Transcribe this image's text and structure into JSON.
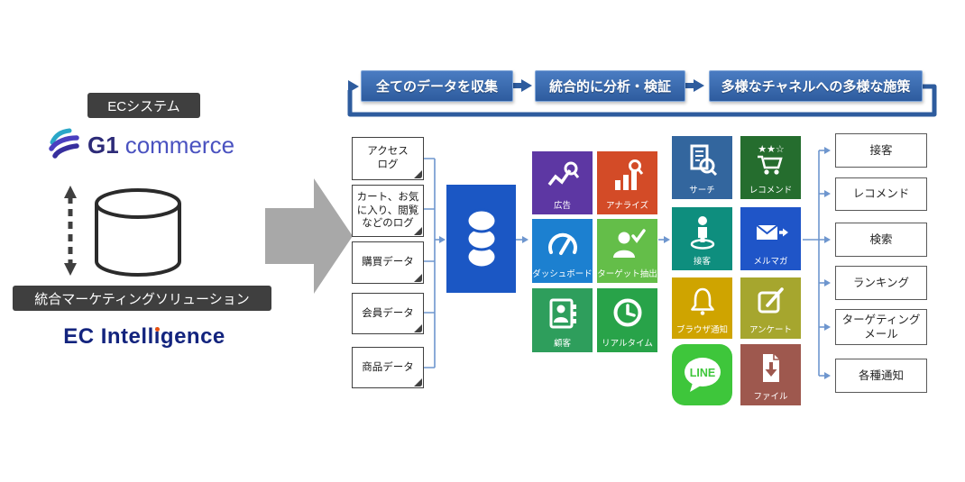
{
  "flow": {
    "steps": [
      "全てのデータを収集",
      "統合的に分析・検証",
      "多様なチャネルへの多様な施策"
    ],
    "arrow_color": "#2E5C9E"
  },
  "left_panel": {
    "system_badge": "ECシステム",
    "logo_g1": "G1",
    "logo_commerce": "commerce",
    "solution_badge": "統合マーケティングソリューション",
    "product_pre": "EC Intell",
    "product_i": "i",
    "product_post": "gence",
    "badge_bg": "#3F3F3F",
    "product_color": "#13247E",
    "product_dot_color": "#E8500F"
  },
  "sources": [
    {
      "label": "アクセス\nログ"
    },
    {
      "label": "カート、お気に入り、閲覧などのログ"
    },
    {
      "label": "購買データ"
    },
    {
      "label": "会員データ"
    },
    {
      "label": "商品データ"
    }
  ],
  "hub": {
    "color": "#1B57C4",
    "icon": "database-icon"
  },
  "analysis_tiles": [
    {
      "label": "広告",
      "color": "#5D37A3"
    },
    {
      "label": "アナライズ",
      "color": "#D34B27"
    },
    {
      "label": "ダッシュボード",
      "color": "#1C80D0"
    },
    {
      "label": "ターゲット抽出",
      "color": "#64BE49"
    },
    {
      "label": "顧客",
      "color": "#2E9E5C"
    },
    {
      "label": "リアルタイム",
      "color": "#28A349"
    }
  ],
  "channel_tiles": [
    {
      "label": "サーチ",
      "color": "#33669E"
    },
    {
      "label": "レコメンド",
      "color": "#256D2E"
    },
    {
      "label": "接客",
      "color": "#0E8E7E"
    },
    {
      "label": "メルマガ",
      "color": "#1F55C8"
    },
    {
      "label": "ブラウザ通知",
      "color": "#CFA400"
    },
    {
      "label": "アンケート",
      "color": "#A6A62E"
    },
    {
      "label": "LINE",
      "color": "#3EC63B"
    },
    {
      "label": "ファイル",
      "color": "#9E584E"
    }
  ],
  "recommend_stars": "★★☆",
  "outputs": [
    {
      "label": "接客"
    },
    {
      "label": "レコメンド"
    },
    {
      "label": "検索"
    },
    {
      "label": "ランキング"
    },
    {
      "label": "ターゲティング\nメール"
    },
    {
      "label": "各種通知"
    }
  ],
  "connector_color": "#6E96CE",
  "gray_arrow_color": "#A8A8A8"
}
